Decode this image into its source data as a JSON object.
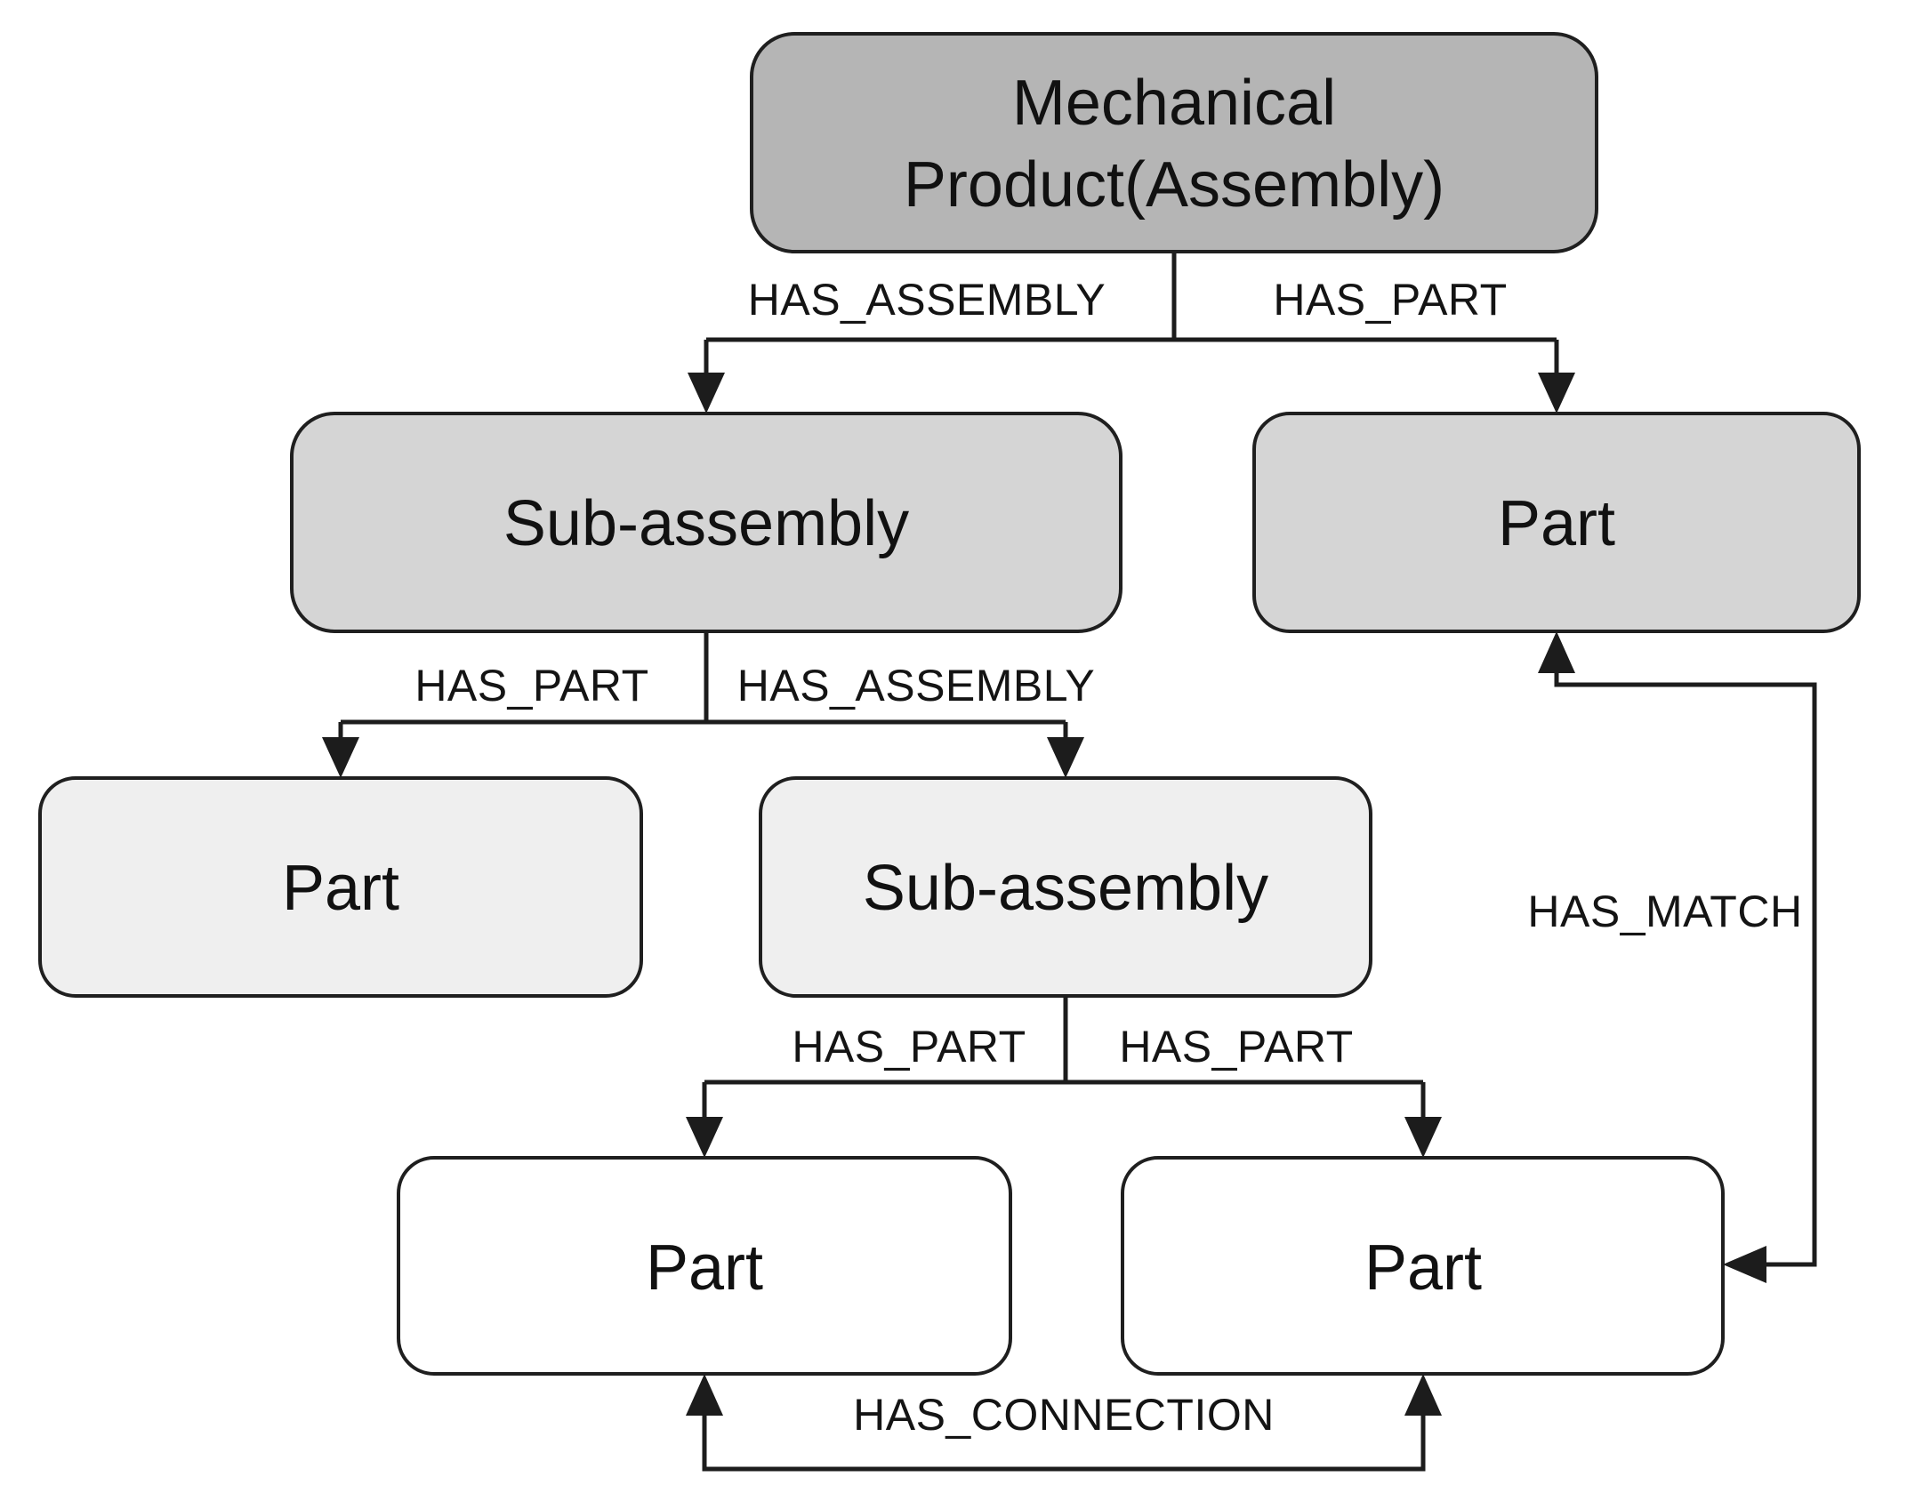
{
  "diagram": {
    "type": "node-edge-graph",
    "background": "#ffffff",
    "nodes": {
      "root": {
        "label": "Mechanical Product(Assembly)",
        "line1": "Mechanical",
        "line2": "Product(Assembly)",
        "fill": "#b5b5b5",
        "level": 1
      },
      "sub_assembly_1": {
        "label": "Sub-assembly",
        "fill": "#d5d5d5",
        "level": 2
      },
      "part_top_right": {
        "label": "Part",
        "fill": "#d5d5d5",
        "level": 2
      },
      "part_mid_left": {
        "label": "Part",
        "fill": "#efefef",
        "level": 3
      },
      "sub_assembly_2": {
        "label": "Sub-assembly",
        "fill": "#efefef",
        "level": 3
      },
      "part_bottom_left": {
        "label": "Part",
        "fill": "#ffffff",
        "level": 4
      },
      "part_bottom_right": {
        "label": "Part",
        "fill": "#ffffff",
        "level": 4
      }
    },
    "edges": {
      "root_has_assembly": {
        "label": "HAS_ASSEMBLY",
        "from": "root",
        "to": "sub_assembly_1"
      },
      "root_has_part": {
        "label": "HAS_PART",
        "from": "root",
        "to": "part_top_right"
      },
      "sub1_has_part": {
        "label": "HAS_PART",
        "from": "sub_assembly_1",
        "to": "part_mid_left"
      },
      "sub1_has_assembly": {
        "label": "HAS_ASSEMBLY",
        "from": "sub_assembly_1",
        "to": "sub_assembly_2"
      },
      "sub2_has_part_left": {
        "label": "HAS_PART",
        "from": "sub_assembly_2",
        "to": "part_bottom_left"
      },
      "sub2_has_part_right": {
        "label": "HAS_PART",
        "from": "sub_assembly_2",
        "to": "part_bottom_right"
      },
      "has_match": {
        "label": "HAS_MATCH",
        "from": "part_bottom_right",
        "to": "part_top_right",
        "bidirectional_arrowheads": true
      },
      "has_connection": {
        "label": "HAS_CONNECTION",
        "from": "part_bottom_left",
        "to": "part_bottom_right",
        "bidirectional_arrowheads": true
      }
    },
    "colors": {
      "node_border": "#1f1f1f",
      "edge_line": "#1c1c1c",
      "text": "#111111",
      "background": "#ffffff"
    }
  }
}
